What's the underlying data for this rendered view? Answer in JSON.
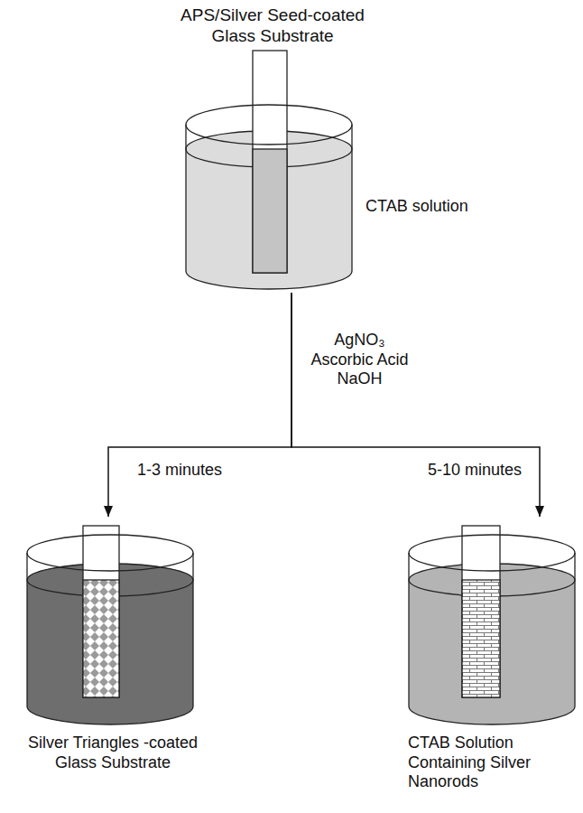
{
  "diagram": {
    "nodes": [
      {
        "text": [
          "APS/Silver Seed-coated Glass Substrate",
          "CTAB solution"
        ]
      },
      {
        "text": [
          "Silver Triangles -coated Glass Substrate"
        ]
      },
      {
        "text": [
          "CTAB Solution Containing Silver Nanorods"
        ]
      }
    ],
    "edges": [
      {
        "from": 0,
        "to": 1,
        "label": "1-3 minutes",
        "arrow": "to"
      },
      {
        "from": 0,
        "to": 2,
        "label": "5-10 minutes",
        "arrow": "to"
      }
    ],
    "labels": [
      "AgNO₃ Ascorbic Acid NaOH"
    ]
  }
}
